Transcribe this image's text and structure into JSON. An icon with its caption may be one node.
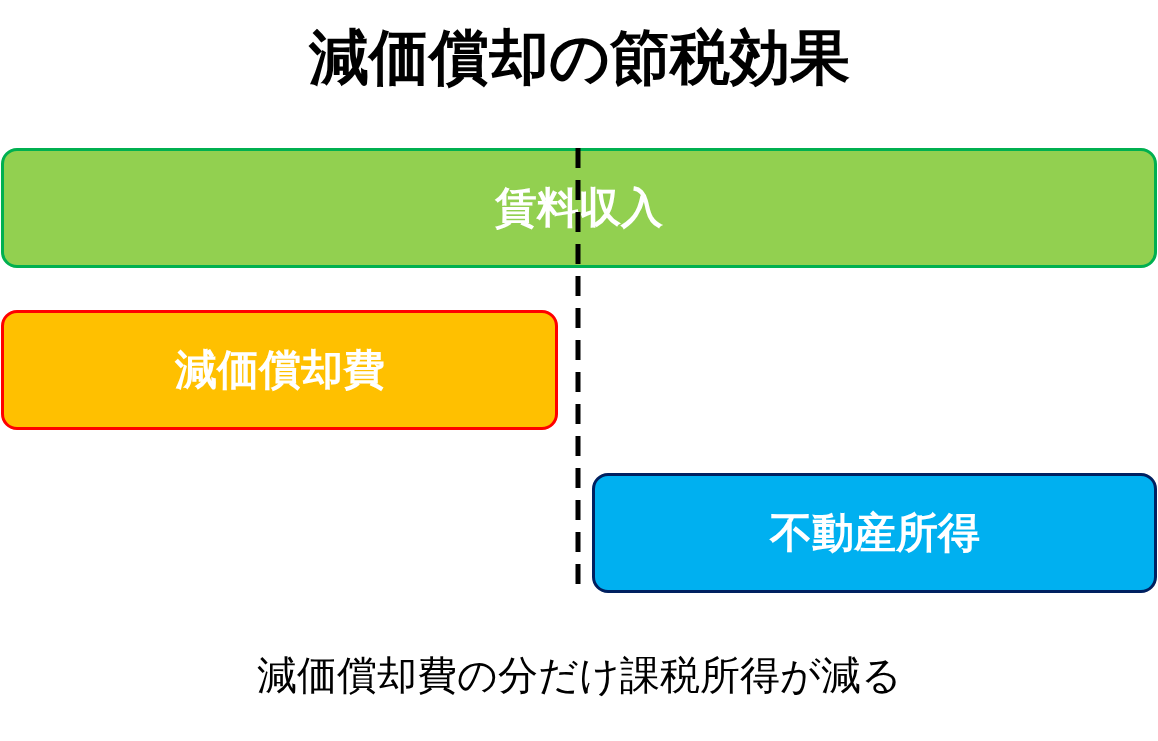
{
  "diagram": {
    "title": "減価償却の節税効果",
    "nodes": [
      {
        "text": [
          "賃料収入"
        ]
      },
      {
        "text": [
          "減価償却費"
        ]
      },
      {
        "text": [
          "不動産所得"
        ]
      }
    ],
    "caption": "減価償却費の分だけ課税所得が減る"
  }
}
